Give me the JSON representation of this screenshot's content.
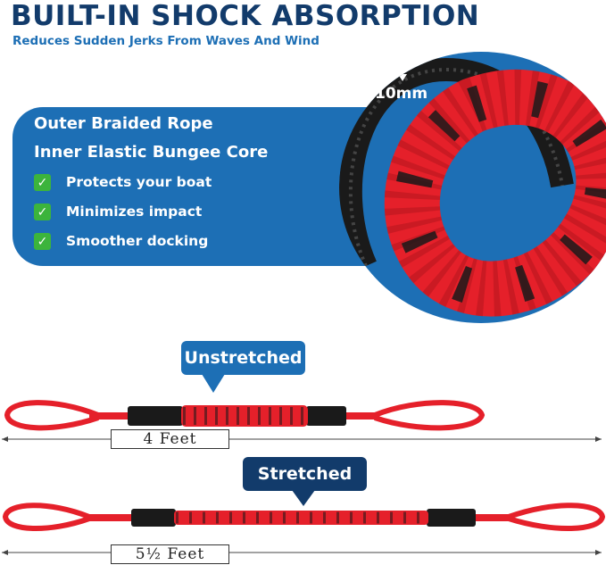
{
  "header": {
    "title": "BUILT-IN SHOCK ABSORPTION",
    "subtitle": "Reduces Sudden Jerks From Waves And Wind"
  },
  "panel": {
    "line1": "Outer Braided Rope",
    "line2": "Inner Elastic Bungee Core",
    "bullets": [
      "Protects your boat",
      "Minimizes impact",
      "Smoother docking"
    ],
    "bullet_icon": "check-mark-icon"
  },
  "detail": {
    "dimension_label": "10mm"
  },
  "ropes": {
    "unstretched_label": "Unstretched",
    "unstretched_length": "4  Feet",
    "stretched_label": "Stretched",
    "stretched_length": "5½  Feet"
  },
  "colors": {
    "navy": "#123b6b",
    "blue": "#1d6fb5",
    "rope_red": "#e5202a",
    "rope_black": "#1a1a1a",
    "check_green": "#3cb43c"
  }
}
